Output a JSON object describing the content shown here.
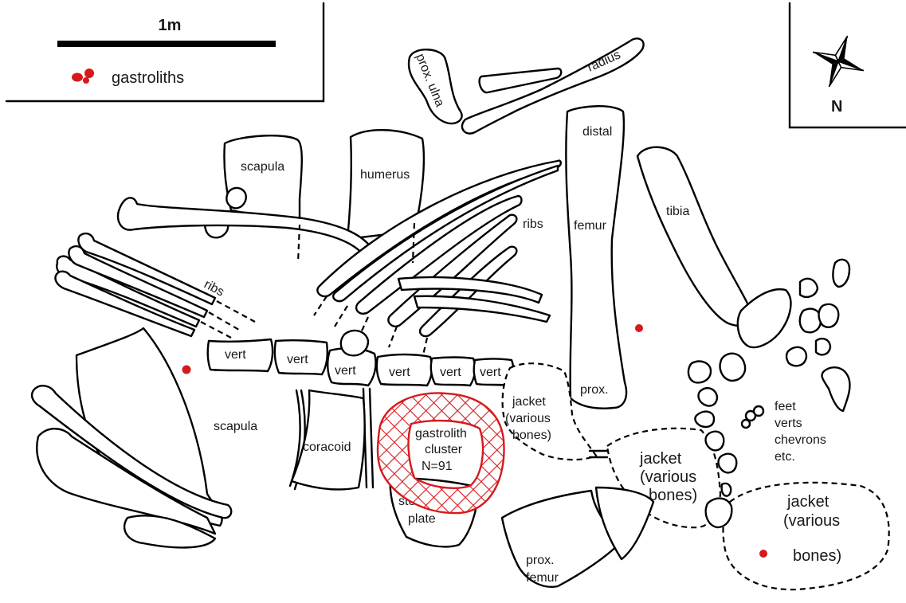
{
  "legend": {
    "scale_label": "1m",
    "gastroliths_label": "gastroliths",
    "gastrolith_color": "#d7191c"
  },
  "compass": {
    "north_label": "N"
  },
  "labels": {
    "prox_ulna": "prox. ulna",
    "radius": "radius",
    "scapula_top": "scapula",
    "humerus": "humerus",
    "ribs_upper": "ribs",
    "ribs_left": "ribs",
    "femur_distal": "distal",
    "femur": "femur",
    "femur_prox": "prox.",
    "tibia": "tibia",
    "vert": "vert",
    "scapula_lower": "scapula",
    "coracoid": "coracoid",
    "sternal_line1": "sternal",
    "sternal_line2": "plate",
    "cluster_line1": "gastrolith",
    "cluster_line2": "cluster",
    "cluster_line3": "N=91",
    "jacket_line1": "jacket",
    "jacket_line2": "(various",
    "jacket_line3": "bones)",
    "feet_line1": "feet",
    "feet_line2": "verts",
    "feet_line3": "chevrons",
    "feet_line4": "etc.",
    "prox_femur_line1": "prox.",
    "prox_femur_line2": "femur"
  }
}
